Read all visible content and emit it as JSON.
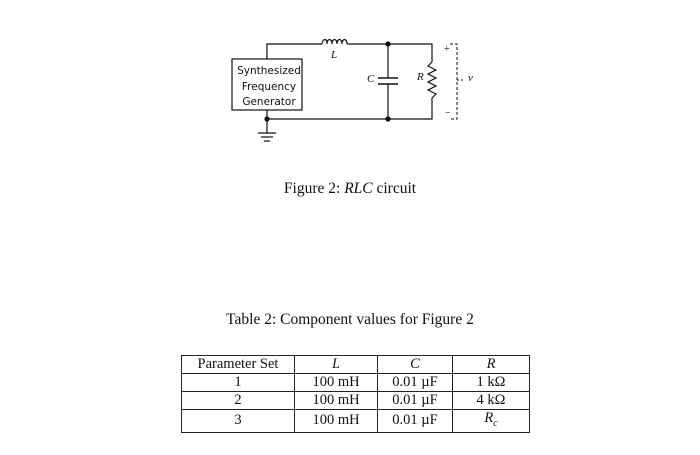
{
  "figure": {
    "generator_lines": [
      "Synthesized",
      "Frequency",
      "Generator"
    ],
    "inductor_label": "L",
    "capacitor_label": "C",
    "resistor_label": "R",
    "plus_sign": "+",
    "minus_sign": "−",
    "voltage_label": "v",
    "caption_prefix": "Figure 2:  ",
    "caption_italic": "RLC",
    "caption_suffix": " circuit"
  },
  "table": {
    "caption": "Table 2:  Component values for Figure 2",
    "headers": [
      "Parameter Set",
      "L",
      "C",
      "R"
    ],
    "rows": [
      [
        "1",
        "100 mH",
        "0.01 µF",
        "1 kΩ"
      ],
      [
        "2",
        "100 mH",
        "0.01 µF",
        "4 kΩ"
      ],
      [
        "3",
        "100 mH",
        "0.01 µF",
        "Rc"
      ]
    ],
    "rc_main": "R",
    "rc_sub": "c"
  }
}
